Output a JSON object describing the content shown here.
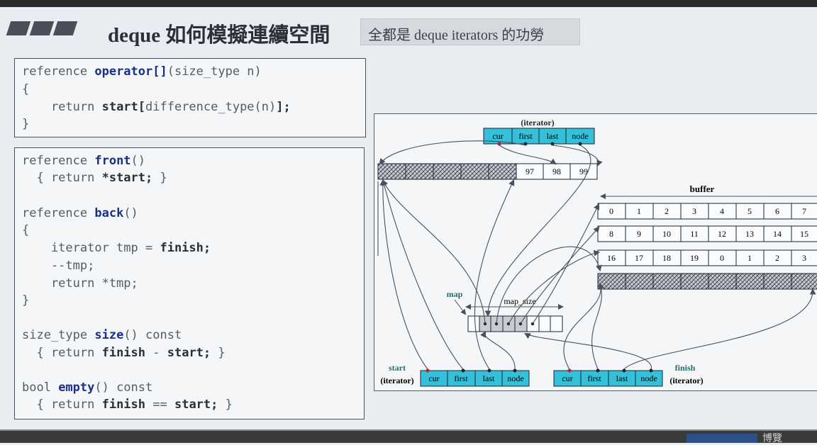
{
  "slide": {
    "title": "deque 如何模擬連續空間",
    "subtitle": "全都是 deque iterators 的功勞"
  },
  "code_top": {
    "lines": [
      "reference operator[](size_type n)",
      "{",
      "    return start[difference_type(n)];",
      "}"
    ]
  },
  "code_main": {
    "lines": [
      "reference front()",
      "  { return *start; }",
      "",
      "reference back()",
      "{",
      "    iterator tmp = finish;",
      "    --tmp;",
      "    return *tmp;",
      "}",
      "",
      "size_type size() const",
      "  { return finish - start; }",
      "",
      "bool empty() const",
      "  { return finish == start; }"
    ]
  },
  "diagram": {
    "iterator_label": "(iterator)",
    "iterator_fields": [
      "cur",
      "first",
      "last",
      "node"
    ],
    "top_buffer_values": [
      "97",
      "98",
      "99"
    ],
    "buffer_label": "buffer",
    "buffer_rows": [
      [
        "0",
        "1",
        "2",
        "3",
        "4",
        "5",
        "6",
        "7"
      ],
      [
        "8",
        "9",
        "10",
        "11",
        "12",
        "13",
        "14",
        "15"
      ],
      [
        "16",
        "17",
        "18",
        "19",
        "0",
        "1",
        "2",
        "3"
      ]
    ],
    "map_label": "map",
    "map_size_label": "map_size",
    "start_label": "start",
    "start_sub": "(iterator)",
    "finish_label": "finish",
    "finish_sub": "(iterator)"
  },
  "colors": {
    "iterator_fill": "#34c0d8",
    "pointer_dot": "#b0213a",
    "arrow": "#4a5060",
    "title": "#2a2f3a"
  },
  "watermark": {
    "text": "博覽"
  }
}
